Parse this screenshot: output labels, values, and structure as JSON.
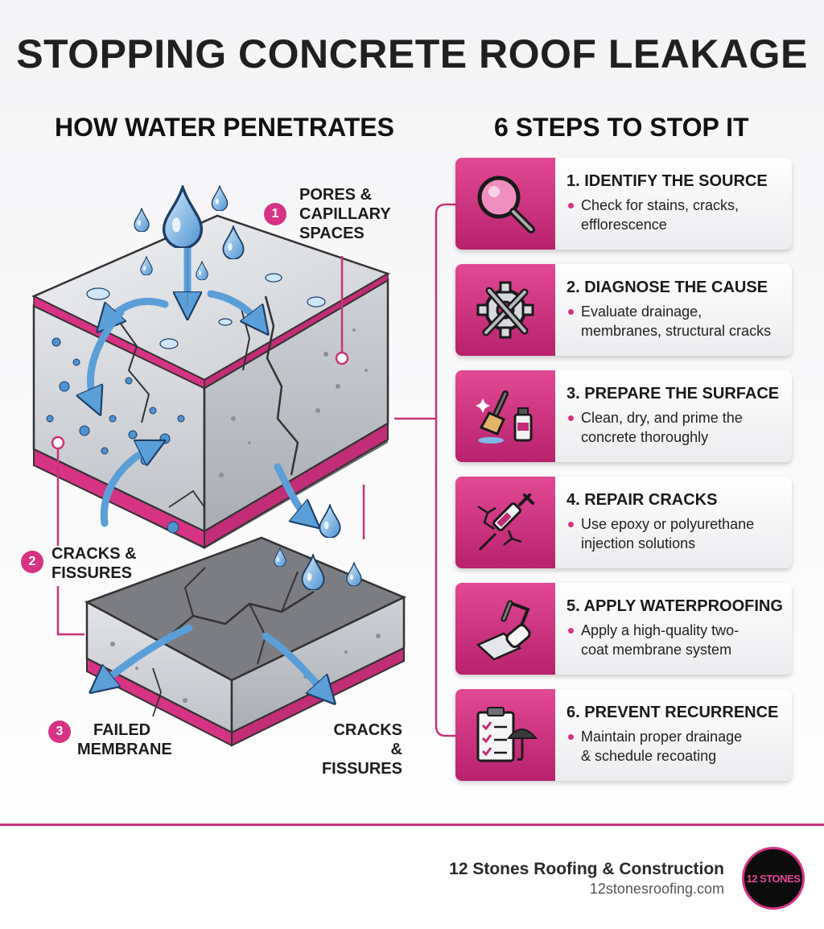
{
  "title": "STOPPING CONCRETE ROOF LEAKAGE",
  "left_heading": "HOW WATER PENETRATES",
  "right_heading": "6 STEPS TO STOP IT",
  "callouts": [
    {
      "num": "1",
      "line1": "PORES &",
      "line2": "CAPILLARY",
      "line3": "SPACES"
    },
    {
      "num": "2",
      "line1": "CRACKS &",
      "line2": "FISSURES"
    },
    {
      "num": "3",
      "line1": "FAILED",
      "line2": "MEMBRANE"
    },
    {
      "line1": "CRACKS",
      "line2": "& FISSURES"
    }
  ],
  "steps": [
    {
      "title": "1. IDENTIFY THE SOURCE",
      "desc1": "Check for stains, cracks,",
      "desc2": "efflorescence",
      "icon": "magnifier-icon"
    },
    {
      "title": "2. DIAGNOSE THE CAUSE",
      "desc1": "Evaluate drainage,",
      "desc2": "membranes, structural cracks",
      "icon": "gear-wrench-icon"
    },
    {
      "title": "3. PREPARE THE SURFACE",
      "desc1": "Clean, dry, and prime the",
      "desc2": "concrete thoroughly",
      "icon": "brush-bottle-icon"
    },
    {
      "title": "4. REPAIR CRACKS",
      "desc1": "Use epoxy or polyurethane",
      "desc2": "injection solutions",
      "icon": "syringe-icon"
    },
    {
      "title": "5. APPLY WATERPROOFING",
      "desc1": "Apply a high-quality two-",
      "desc2": "coat membrane system",
      "icon": "paint-roller-icon"
    },
    {
      "title": "6. PREVENT RECURRENCE",
      "desc1": "Maintain proper drainage",
      "desc2": "& schedule recoating",
      "icon": "checklist-umbrella-icon"
    }
  ],
  "footer": {
    "company": "12 Stones Roofing & Construction",
    "url": "12stonesroofing.com",
    "logo_text": "12 STONES"
  },
  "colors": {
    "accent": "#d63384",
    "water": "#5b9fd8",
    "concrete": "#c9ccd1"
  }
}
